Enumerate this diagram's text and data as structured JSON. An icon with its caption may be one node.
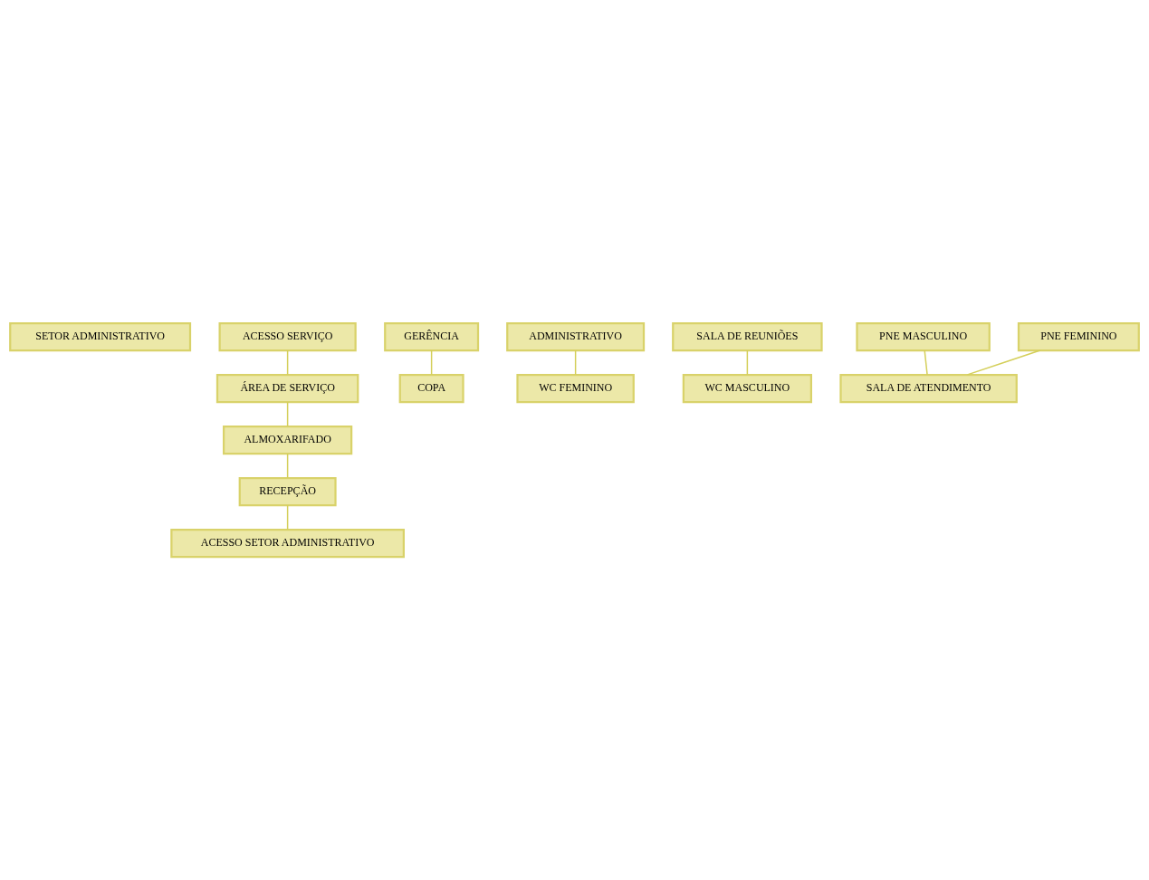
{
  "diagram": {
    "nodes": [
      {
        "text": [
          "SETOR ADMINISTRATIVO"
        ]
      },
      {
        "text": [
          "ACESSO SERVIÇO"
        ]
      },
      {
        "text": [
          "ALMOXARIFADO"
        ]
      },
      {
        "text": [
          "ÁREA DE SERVIÇO"
        ]
      },
      {
        "text": [
          "GERÊNCIA"
        ]
      },
      {
        "text": [
          "COPA"
        ]
      },
      {
        "text": [
          "ADMINISTRATIVO"
        ]
      },
      {
        "text": [
          "WC FEMININO"
        ]
      },
      {
        "text": [
          "SALA DE REUNIÕES"
        ]
      },
      {
        "text": [
          "WC MASCULINO"
        ]
      },
      {
        "text": [
          "PNE MASCULINO"
        ]
      },
      {
        "text": [
          "PNE FEMININO"
        ]
      },
      {
        "text": [
          "RECEPÇÃO"
        ]
      },
      {
        "text": [
          "SALA DE ATENDIMENTO"
        ]
      },
      {
        "text": [
          "ACESSO SETOR ADMINISTRATIVO"
        ]
      }
    ],
    "edges": [
      {
        "from": 1,
        "to": 3,
        "arrow": "none"
      },
      {
        "from": 2,
        "to": 12,
        "arrow": "none"
      },
      {
        "from": 3,
        "to": 2,
        "arrow": "none"
      },
      {
        "from": 4,
        "to": 5,
        "arrow": "none"
      },
      {
        "from": 6,
        "to": 7,
        "arrow": "none"
      },
      {
        "from": 8,
        "to": 9,
        "arrow": "none"
      },
      {
        "from": 10,
        "to": 13,
        "arrow": "none"
      },
      {
        "from": 11,
        "to": 13,
        "arrow": "none"
      },
      {
        "from": 12,
        "to": 14,
        "arrow": "none"
      }
    ]
  }
}
